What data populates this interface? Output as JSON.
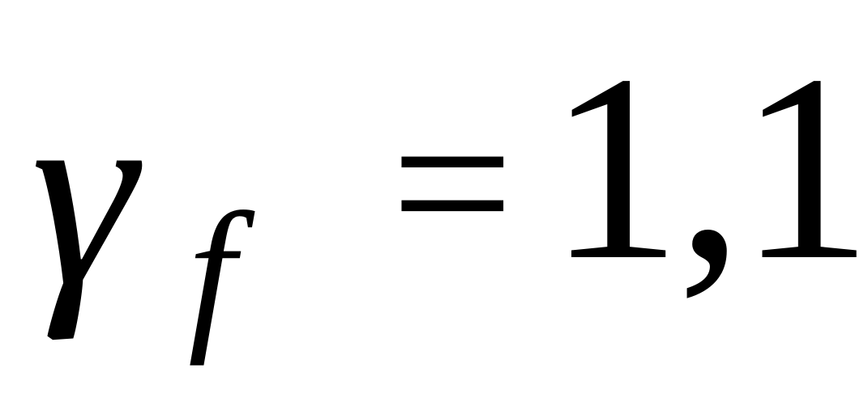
{
  "formula": {
    "symbol": "γ",
    "subscript": "f",
    "operator": "=",
    "value": "1,1"
  }
}
